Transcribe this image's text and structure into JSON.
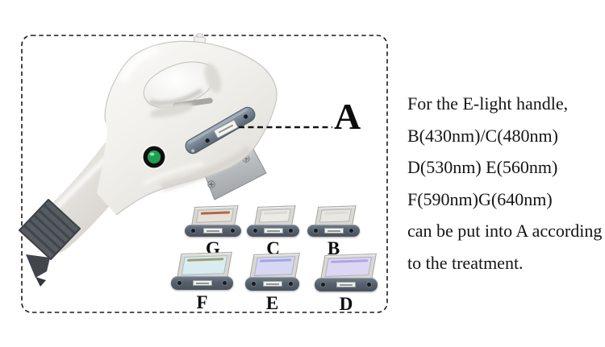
{
  "figure": {
    "label_a": "A",
    "device": {
      "name": "E-light handle",
      "button_color": "#1d9e53",
      "body_color": "#f1f0ec",
      "slot_bar_color": "#77828f",
      "cable_grip_color": "#565b62"
    },
    "filters": [
      {
        "letter": "G",
        "glass": "#e9e1d8",
        "strip": "#a85c3e"
      },
      {
        "letter": "C",
        "glass": "#eceae5",
        "strip": "#d9d7d1"
      },
      {
        "letter": "B",
        "glass": "#e8e7e2",
        "strip": "#dbdad5"
      },
      {
        "letter": "F",
        "glass": "#d9edf0",
        "strip": "#97975f"
      },
      {
        "letter": "E",
        "glass": "#d6d8f3",
        "strip": "#9da1e2"
      },
      {
        "letter": "D",
        "glass": "#ded7f3",
        "strip": "#ac9fe5"
      }
    ]
  },
  "description": {
    "lines": [
      "For the E-light handle,",
      "B(430nm)/C(480nm)",
      "D(530nm) E(560nm)",
      "F(590nm)G(640nm)",
      "can be put into A according",
      "to the treatment."
    ]
  }
}
